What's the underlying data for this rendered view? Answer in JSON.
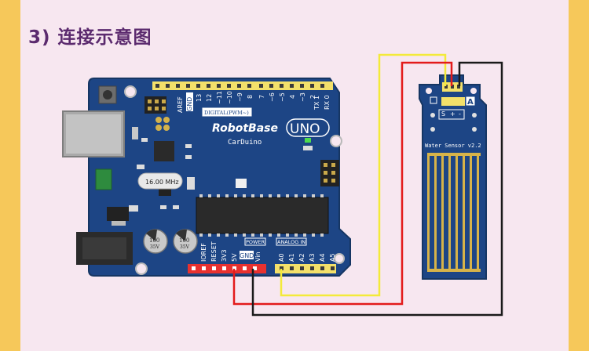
{
  "heading": "3) 连接示意图",
  "board": {
    "brand": "RobotBase",
    "model": "CarDuino",
    "badge": "UNO",
    "crystal": "16.00 MHz",
    "digital_label": "DIGITAL(PWM~)",
    "power_label": "POWER",
    "analog_label": "ANALOG IN",
    "cap_label": "100",
    "cap_volt": "35V",
    "pin_labels_top": [
      "AREF",
      "GND",
      "13",
      "12",
      "~11",
      "~10",
      "~9",
      "8",
      "7",
      "~6",
      "~5",
      "4",
      "~3",
      "2",
      "TX 1",
      "RX 0"
    ],
    "pin_labels_power": [
      "IOREF",
      "RESET",
      "3V3",
      "5V",
      "GND",
      "Vin"
    ],
    "pin_labels_analog": [
      "A0",
      "A1",
      "A2",
      "A3",
      "A4",
      "A5"
    ]
  },
  "sensor": {
    "title": "Water Sensor v2.2",
    "pin_labels": [
      "S",
      "+",
      "-"
    ],
    "letter": "A"
  },
  "colors": {
    "background": "#f7e7f0",
    "accent_bar": "#f6c85a",
    "heading": "#5b2a6e",
    "board": "#1d4585",
    "wire_signal": "#f3ea3a",
    "wire_power": "#e31b1b",
    "wire_ground": "#1a1a1a"
  }
}
